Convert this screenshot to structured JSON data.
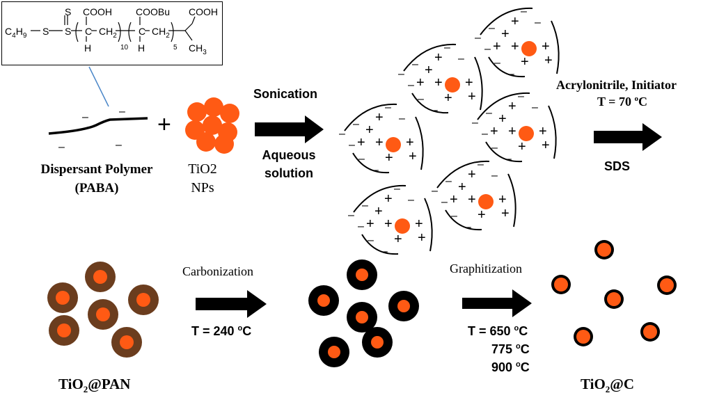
{
  "formula": {
    "c4": "C",
    "c4sub": "4",
    "h9": "H",
    "h9sub": "9",
    "s1": "S",
    "s2": "S",
    "s_top": "S",
    "cooh1": "COOH",
    "coobu": "COOBu",
    "cooh2": "COOH",
    "ch2a": "CH",
    "ch2a_sub": "2",
    "ch2b": "CH",
    "ch2b_sub": "2",
    "c1": "C",
    "c2": "C",
    "h1": "H",
    "h2": "H",
    "n10": "10",
    "n5": "5",
    "ch3": "CH",
    "ch3_sub": "3"
  },
  "labels": {
    "dispersant_line1": "Dispersant Polymer",
    "dispersant_line2": "(PABA)",
    "tio2_line1": "TiO2",
    "tio2_line2": "NPs",
    "plus": "+",
    "sonication": "Sonication",
    "aqueous_line1": "Aqueous",
    "aqueous_line2": "solution",
    "acrylonitrile": "Acrylonitrile, Initiator",
    "temp70_prefix": "T = 70 ",
    "temp70_sup": "o",
    "temp70_unit": "C",
    "sds": "SDS",
    "carbonization": "Carbonization",
    "temp240_prefix": "T = 240 ",
    "temp240_sup": "o",
    "temp240_unit": "C",
    "graphitization": "Graphitization",
    "temp650_prefix": "T = 650 ",
    "temp775_prefix": "775 ",
    "temp900_prefix": "900 ",
    "deg_sup": "o",
    "deg_unit": "C",
    "tio2pan_a": "TiO",
    "tio2pan_sub": "2",
    "tio2pan_b": "@PAN",
    "tio2c_a": "TiO",
    "tio2c_sub": "2",
    "tio2c_b": "@C",
    "charge_minus": "–",
    "charge_plus": "+"
  },
  "colors": {
    "orange": "#ff5a14",
    "brown": "#6b3d1e",
    "black": "#000000",
    "connector": "#4a86c8"
  }
}
